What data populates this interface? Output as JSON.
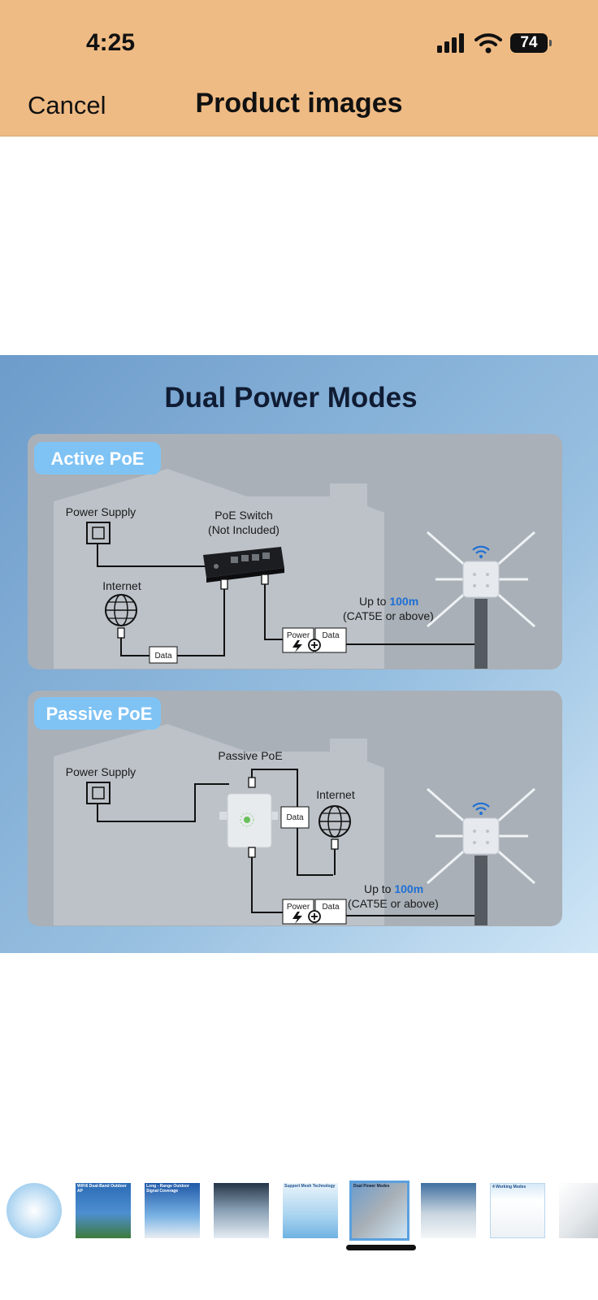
{
  "status_bar": {
    "time": "4:25",
    "battery": "74"
  },
  "nav": {
    "cancel_label": "Cancel",
    "title": "Product images"
  },
  "infographic": {
    "title": "Dual Power Modes",
    "active": {
      "badge": "Active PoE",
      "power_supply": "Power Supply",
      "switch_line1": "PoE Switch",
      "switch_line2": "(Not Included)",
      "internet": "Internet",
      "data": "Data",
      "power": "Power",
      "data2": "Data",
      "up_to": "Up to ",
      "distance": "100m",
      "cable": "(CAT5E or above)"
    },
    "passive": {
      "badge": "Passive PoE",
      "power_supply": "Power Supply",
      "injector": "Passive PoE",
      "internet": "Internet",
      "data": "Data",
      "power": "Power",
      "data2": "Data",
      "up_to": "Up to ",
      "distance": "100m",
      "cable": "(CAT5E or above)"
    }
  },
  "thumbnails": [
    {
      "label": ""
    },
    {
      "label": "WiFi6 Dual-Band Outdoor AP"
    },
    {
      "label": "Long - Range Outdoor Signal Coverage"
    },
    {
      "label": ""
    },
    {
      "label": "Support Mesh Technology"
    },
    {
      "label": "Dual Power Modes"
    },
    {
      "label": ""
    },
    {
      "label": "4 Working Modes"
    },
    {
      "label": ""
    }
  ],
  "colors": {
    "header": "#efbb84",
    "accent": "#1e6fd6",
    "badge": "#7fc3f5"
  }
}
